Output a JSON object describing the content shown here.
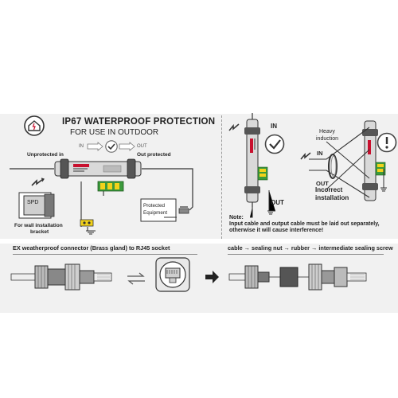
{
  "header": {
    "title": "IP67 WATERPROOF PROTECTION",
    "subtitle": "FOR USE IN OUTDOOR"
  },
  "flow": {
    "in_label": "IN",
    "out_label": "OUT"
  },
  "left_diagram": {
    "unprotected_label": "Unprotected in",
    "protected_label": "Out protected",
    "spd_label": "SPD",
    "bracket_label_line1": "For wall installation",
    "bracket_label_line2": "bracket",
    "equipment_line1": "Protected",
    "equipment_line2": "Equipment"
  },
  "right_diagram": {
    "in_label": "IN",
    "out_label": "OUT",
    "induction_line1": "Heavy",
    "induction_line2": "induction",
    "in_label_2": "IN",
    "out_label_2": "OUT",
    "incorrect_line1": "Incorrect",
    "incorrect_line2": "installation"
  },
  "note": {
    "title": "Note:",
    "line1": "Input cable and output cable must be laid out separately,",
    "line2": "otherwise it will cause interference!"
  },
  "bottom": {
    "connector_title": "EX weatherproof connector (Brass gland) to RJ45 socket",
    "sequence_title": "cable → sealing nut → rubber → intermediate sealing screw"
  },
  "colors": {
    "band": "#f1f1f1",
    "device": "#d9d9d9",
    "red_label": "#c8102e",
    "green_block": "#3c9a3c",
    "yellow_block": "#f2d21b",
    "line": "#333333"
  }
}
